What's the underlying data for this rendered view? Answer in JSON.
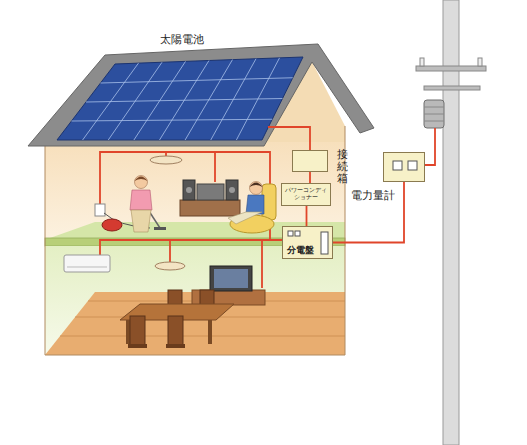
{
  "diagram": {
    "nodes": [
      {
        "text": [
          "接続箱"
        ]
      },
      {
        "text": [
          "パワーコンディショナー"
        ]
      },
      {
        "text": [
          "分電盤"
        ]
      },
      {
        "text": [
          "電力量計"
        ]
      }
    ],
    "edges": [
      {
        "from": 0,
        "to": 1,
        "arrow": "none"
      },
      {
        "from": 1,
        "to": 2,
        "arrow": "none"
      },
      {
        "from": 2,
        "to": 3,
        "arrow": "none"
      }
    ],
    "labels": [
      "太陽電池"
    ]
  }
}
